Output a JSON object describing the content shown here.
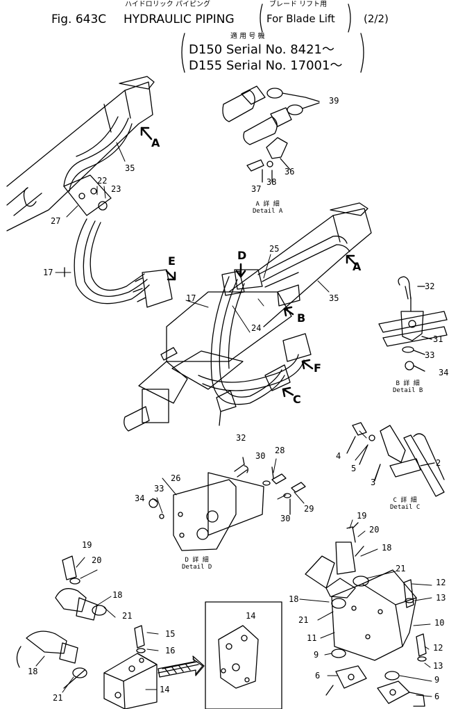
{
  "header": {
    "kana_title": "ハイドロリック パイピング",
    "kana_sub": "ブレード リフト用",
    "fig": "Fig. 643C",
    "title": "HYDRAULIC PIPING",
    "for_blade_lift": "For Blade Lift",
    "page": "(2/2)",
    "serial_label_jp": "適 用 号 機",
    "serial_1": "D150 Serial No. 8421～",
    "serial_2": "D155 Serial No. 17001～"
  },
  "callouts": {
    "arrow_a": "A",
    "arrow_a2": "A",
    "arrow_b": "B",
    "arrow_c": "C",
    "arrow_d": "D",
    "arrow_e": "E",
    "arrow_f": "F",
    "n2": "2",
    "n3": "3",
    "n4": "4",
    "n5": "5",
    "n6a": "6",
    "n6b": "6",
    "n9a": "9",
    "n9b": "9",
    "n10": "10",
    "n11": "11",
    "n12a": "12",
    "n12b": "12",
    "n13a": "13",
    "n13b": "13",
    "n14a": "14",
    "n14b": "14",
    "n15": "15",
    "n16": "16",
    "n17a": "17",
    "n17b": "17",
    "n18a": "18",
    "n18b": "18",
    "n18c": "18",
    "n19a": "19",
    "n19b": "19",
    "n20a": "20",
    "n20b": "20",
    "n21a": "21",
    "n21b": "21",
    "n21c": "21",
    "n21d": "21",
    "n22": "22",
    "n23": "23",
    "n24": "24",
    "n25": "25",
    "n26": "26",
    "n27": "27",
    "n28": "28",
    "n29": "29",
    "n30a": "30",
    "n30b": "30",
    "n31": "31",
    "n32a": "32",
    "n32b": "32",
    "n33a": "33",
    "n33b": "33",
    "n34a": "34",
    "n34b": "34",
    "n35a": "35",
    "n35b": "35",
    "n36": "36",
    "n37": "37",
    "n38": "38",
    "n39": "39"
  },
  "details": {
    "a_jp": "A 詳 細",
    "a_en": "Detail A",
    "b_jp": "B 詳 細",
    "b_en": "Detail B",
    "c_jp": "C 詳 細",
    "c_en": "Detail C",
    "d_jp": "D 詳 細",
    "d_en": "Detail D"
  }
}
